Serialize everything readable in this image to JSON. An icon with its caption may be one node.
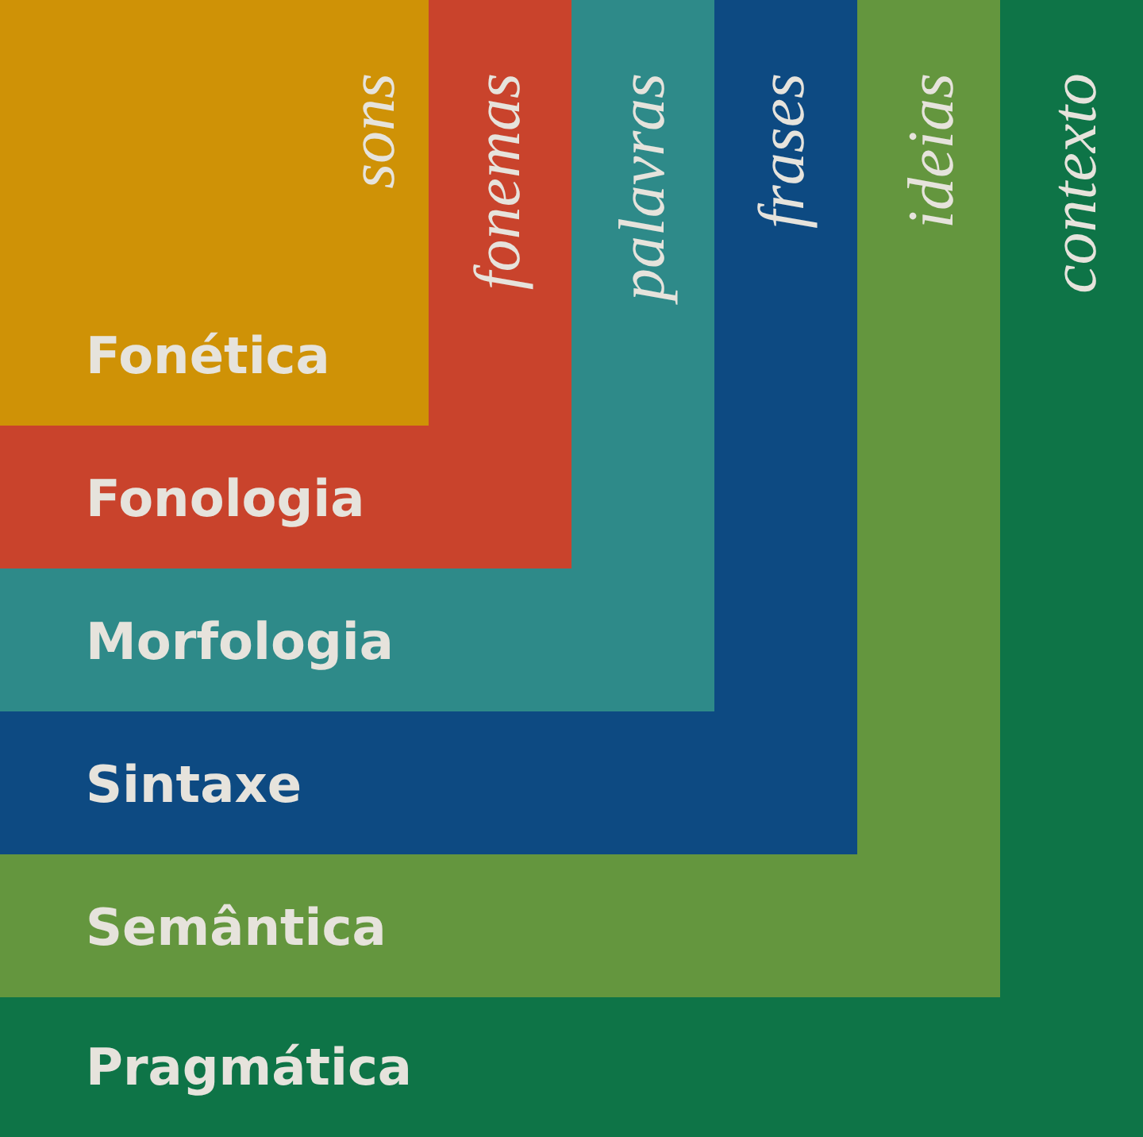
{
  "diagram": {
    "nodes": [
      {
        "text": [
          "Pragmática",
          "contexto"
        ]
      },
      {
        "text": [
          "Semântica",
          "ideias"
        ],
        "in": 0
      },
      {
        "text": [
          "Sintaxe",
          "frases"
        ],
        "in": 1
      },
      {
        "text": [
          "Morfologia",
          "palavras"
        ],
        "in": 2
      },
      {
        "text": [
          "Fonologia",
          "fonemas"
        ],
        "in": 3
      },
      {
        "text": [
          "Fonética",
          "sons"
        ],
        "in": 4
      }
    ],
    "edges": []
  }
}
